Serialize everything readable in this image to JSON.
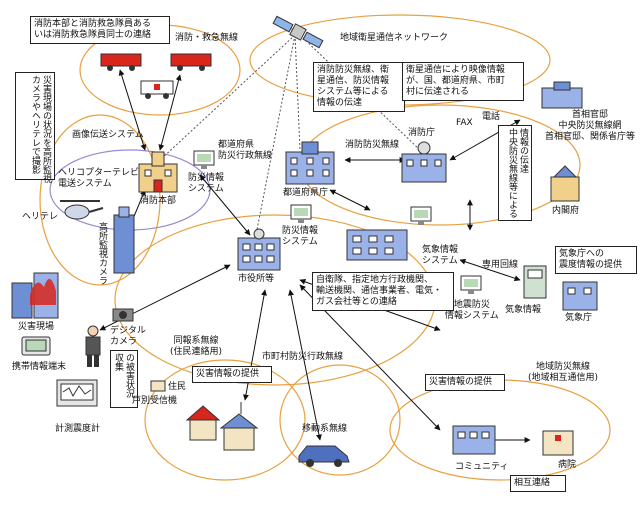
{
  "labels": {
    "fire_hq_note": "消防本部と消防救急隊員ある\nいは消防救急隊員同士の連絡",
    "fire_radio": "消防・救急無線",
    "satellite_network": "地域衛星通信ネットワーク",
    "fire_disaster_note": "消防防災無線、衛\n星通信、防災情報\nシステム等による\n情報の伝達",
    "satellite_video_note": "衛星通信により映像情報\nが、国、都道府県、市町\n村に伝達される",
    "disaster_scene_monitor_note": "災害現場の状況を高所監視\nカメラやヘリテレで撮影",
    "image_transmission": "画像伝送システム",
    "heli_tv": "ヘリコプターテレビ\n電送システム",
    "heli_tv_short": "ヘリテレ",
    "fire_hq": "消防本部",
    "disaster_info_system_1": "防災情報\nシステム",
    "high_camera": "高所監視カメラ",
    "prefecture_radio": "都道府県\n防災行政無線",
    "fire_disaster_radio": "消防防災無線",
    "fire_agency": "消防庁",
    "prefecture_office": "都道府県庁",
    "disaster_info_system_2": "防災情報\nシステム",
    "fax_phone": "FAX",
    "phone": "電話",
    "central_radio_note": "情報の伝達\n中央防災無線等による",
    "pm_office": "首相官邸\n中央防災無線網\n首相官邸、関係省庁等",
    "cabinet_office": "内閣府",
    "weather_info_system": "気象情報\nシステム",
    "dedicated_line": "専用回線",
    "jma_note": "気象庁への\n震度情報の提供",
    "weather_info": "気象情報",
    "jma": "気象庁",
    "city_hall": "市役所等",
    "agencies_note": "自衛隊、指定地方行政機関、\n輸送機関、通信事業者、電気・\nガス会社等との連絡",
    "disaster_scene": "災害現場",
    "mobile_terminal": "携帯情報端末",
    "digital_camera": "デジタル\nカメラ",
    "damage_collection": "の被害状況\n収集",
    "seismometer": "計測震度計",
    "local_disaster_info_system": "地震防災\n情報システム",
    "broadcast_radio": "同報系無線\n(住民連絡用)",
    "municipal_radio": "市町村防災行政無線",
    "disaster_info_provision_1": "災害情報の提供",
    "residents": "住民",
    "household_receiver": "戸別受信機",
    "mobile_radio": "移動系無線",
    "disaster_info_provision_2": "災害情報の提供",
    "regional_radio": "地域防災無線\n(地域相互通信用)",
    "community": "コミュニティ",
    "hospital": "病院",
    "mutual_contact": "相互連絡"
  },
  "colors": {
    "orange_ellipse": "#e8a040",
    "purple_ellipse": "#9a8ad0",
    "line": "#111111",
    "dotted": "#555555",
    "building_blue": "#6f8fd4",
    "building_tan": "#f0d08a",
    "fire_red": "#d8261c"
  }
}
